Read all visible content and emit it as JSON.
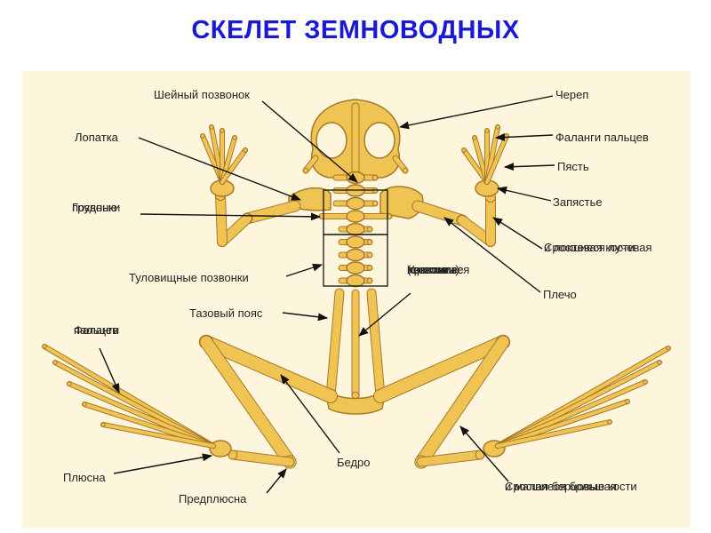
{
  "title": "СКЕЛЕТ ЗЕМНОВОДНЫХ",
  "colors": {
    "title": "#1a1ad6",
    "panel": "#fdf6dc",
    "bone": "#f0c453",
    "bone_edge": "#a8782a",
    "pointer": "#111111"
  },
  "labels": {
    "neck_vertebra": "Шейный позвонок",
    "skull": "Череп",
    "scapula": "Лопатка",
    "finger_phalanges": "Фаланги пальцев",
    "metacarpus": "Пясть",
    "thoracic_1": "Грудные",
    "thoracic_2": "позвонки",
    "wrist": "Запястье",
    "radioulna_1": "Сросшиеся лучевая",
    "radioulna_2": "и локтевая кости",
    "trunk_vertebrae": "Туловищные позвонки",
    "urostyle_1": "Уростиль",
    "urostyle_2": "(сросшиеся",
    "urostyle_3": "хвостовые",
    "urostyle_4": "позвонки)",
    "humerus": "Плечо",
    "pelvic_girdle": "Тазовый пояс",
    "toe_phalanges_1": "Фаланги",
    "toe_phalanges_2": "пальцев",
    "femur": "Бедро",
    "metatarsus": "Плюсна",
    "tarsus": "Предплюсна",
    "tibiofibula_1": "Сросшиеся большая",
    "tibiofibula_2": "и малая берцовые кости"
  }
}
